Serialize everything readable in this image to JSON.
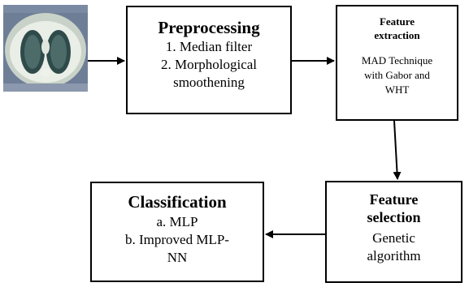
{
  "nodes": {
    "preprocessing": {
      "title": "Preprocessing",
      "lines": [
        "1. Median filter",
        "2. Morphological",
        "smoothening"
      ]
    },
    "feature_extraction": {
      "title_lines": [
        "Feature",
        "extraction"
      ],
      "lines": [
        "MAD Technique",
        "with Gabor and",
        "WHT"
      ]
    },
    "feature_selection": {
      "title_lines": [
        "Feature",
        "selection"
      ],
      "lines": [
        "Genetic",
        "algorithm"
      ]
    },
    "classification": {
      "title": "Classification",
      "lines": [
        "a. MLP",
        "b. Improved MLP-",
        "NN"
      ]
    }
  },
  "image": {
    "subject": "lung-ct-scan"
  },
  "colors": {
    "border": "#000000",
    "background": "#ffffff"
  }
}
